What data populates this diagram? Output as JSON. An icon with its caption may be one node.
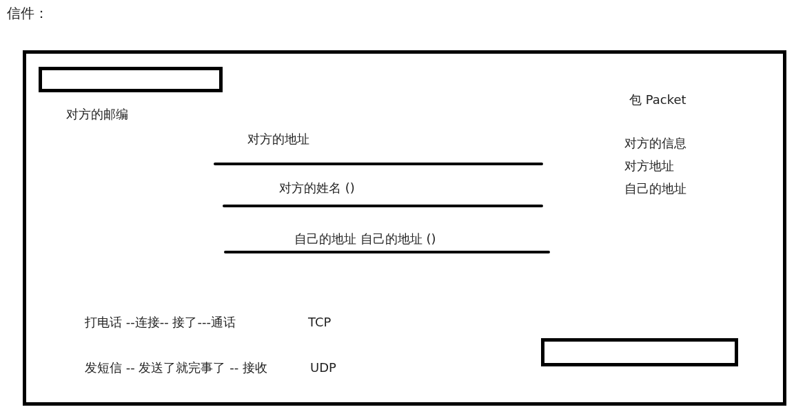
{
  "diagram": {
    "title": "信件：",
    "nodes": [
      {
        "text": [],
        "shape": "box"
      },
      {
        "text": [],
        "shape": "box",
        "in": 0
      },
      {
        "text": [],
        "shape": "box",
        "in": 0
      }
    ],
    "edges": [],
    "labels": [
      "包 Packet",
      "对方的邮编",
      "对方的地址",
      "对方的信息",
      "对方地址",
      "对方的姓名 ()",
      "自己的地址",
      "自己的地址 自己的地址 ()",
      "打电话 --连接-- 接了---通话",
      "TCP",
      "发短信 -- 发送了就完事了 -- 接收",
      "UDP"
    ]
  }
}
